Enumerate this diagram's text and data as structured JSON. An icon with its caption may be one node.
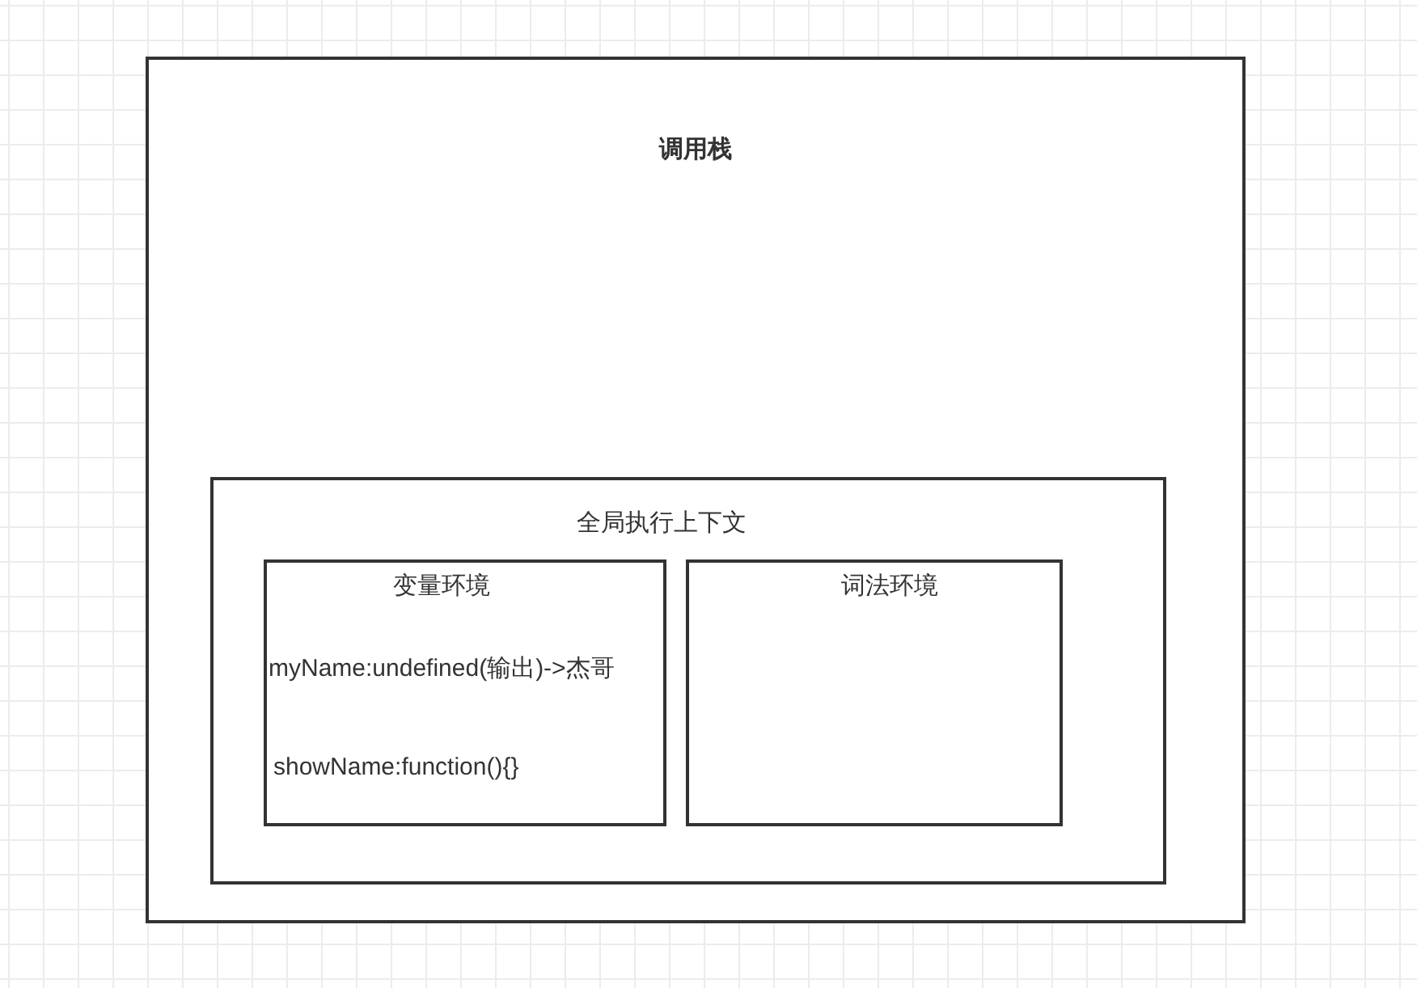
{
  "diagram": {
    "nodes": [
      {
        "text": [
          "调用栈"
        ]
      },
      {
        "text": [
          "全局执行上下文"
        ],
        "in": 0
      },
      {
        "text": [
          "变量环境",
          "myName:undefined(输出)->杰哥",
          "showName:function(){}"
        ],
        "in": 1
      },
      {
        "text": [
          "词法环境"
        ],
        "in": 1
      }
    ]
  }
}
